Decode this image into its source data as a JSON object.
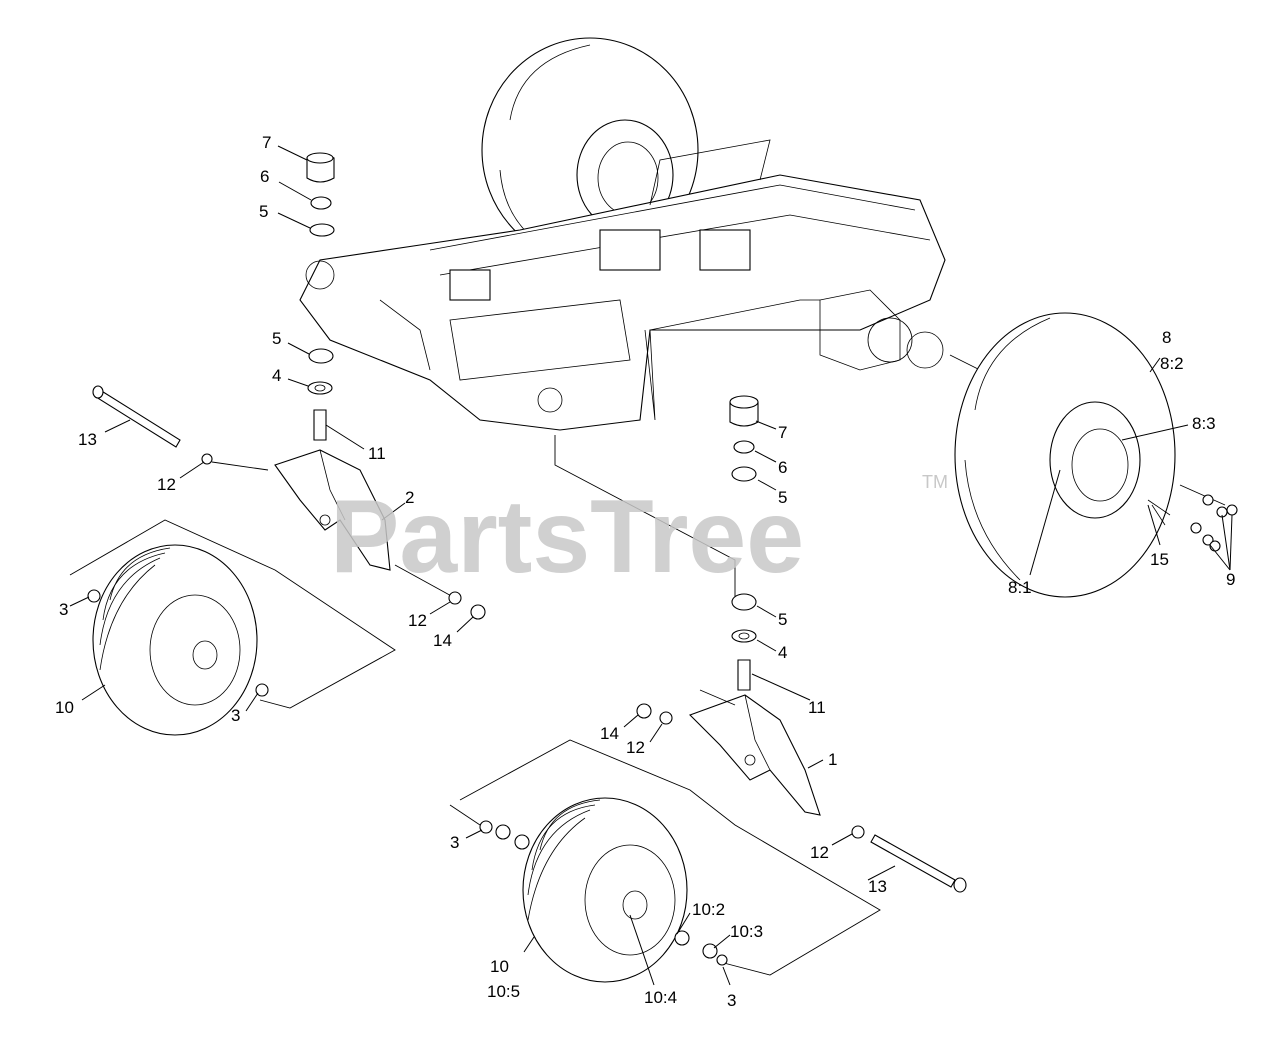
{
  "watermark": {
    "text": "PartsTree",
    "trademark": "TM"
  },
  "callouts": {
    "c7a": "7",
    "c6a": "6",
    "c5a": "5",
    "c5b": "5",
    "c4a": "4",
    "c13a": "13",
    "c12a": "12",
    "c11a": "11",
    "c2": "2",
    "c3a": "3",
    "c3b": "3",
    "c10a": "10",
    "c12b": "12",
    "c14a": "14",
    "c7b": "7",
    "c6b": "6",
    "c5c": "5",
    "c5d": "5",
    "c4b": "4",
    "c11b": "11",
    "c14b": "14",
    "c12c": "12",
    "c1": "1",
    "c3c": "3",
    "c12d": "12",
    "c13b": "13",
    "c10_2": "10:2",
    "c10_3": "10:3",
    "c10b": "10",
    "c10_5": "10:5",
    "c10_4": "10:4",
    "c3d": "3",
    "c8": "8",
    "c8_2": "8:2",
    "c8_3": "8:3",
    "c8_1": "8:1",
    "c15": "15",
    "c9": "9"
  }
}
